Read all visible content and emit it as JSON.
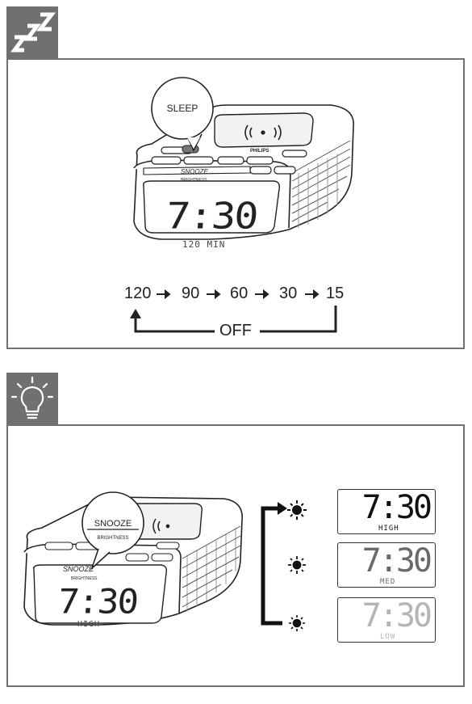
{
  "sleep_section": {
    "icon": "sleep-zzz-icon",
    "callout_label": "SLEEP",
    "brand": "PHILIPS",
    "snooze_label": "SNOOZE",
    "brightness_label": "BRIGHTNESS",
    "display_time": "7:30",
    "display_sub": "120 MIN",
    "sequence": [
      "120",
      "90",
      "60",
      "30",
      "15"
    ],
    "off_label": "OFF"
  },
  "brightness_section": {
    "icon": "lightbulb-icon",
    "callout_snooze": "SNOOZE",
    "callout_brightness": "BRIGHTNESS",
    "clock_snooze": "SNOOZE",
    "clock_brightness": "BRIGHTNESS",
    "display_time": "7:30",
    "display_sub": "HIGH",
    "levels": [
      {
        "time": "7:30",
        "label": "HIGH",
        "sun": "sun-bright-icon",
        "color": "#111111"
      },
      {
        "time": "7:30",
        "label": "MED",
        "sun": "sun-medium-icon",
        "color": "#6a6a6a"
      },
      {
        "time": "7:30",
        "label": "LOW",
        "sun": "sun-dim-icon",
        "color": "#b5b5b5"
      }
    ]
  }
}
